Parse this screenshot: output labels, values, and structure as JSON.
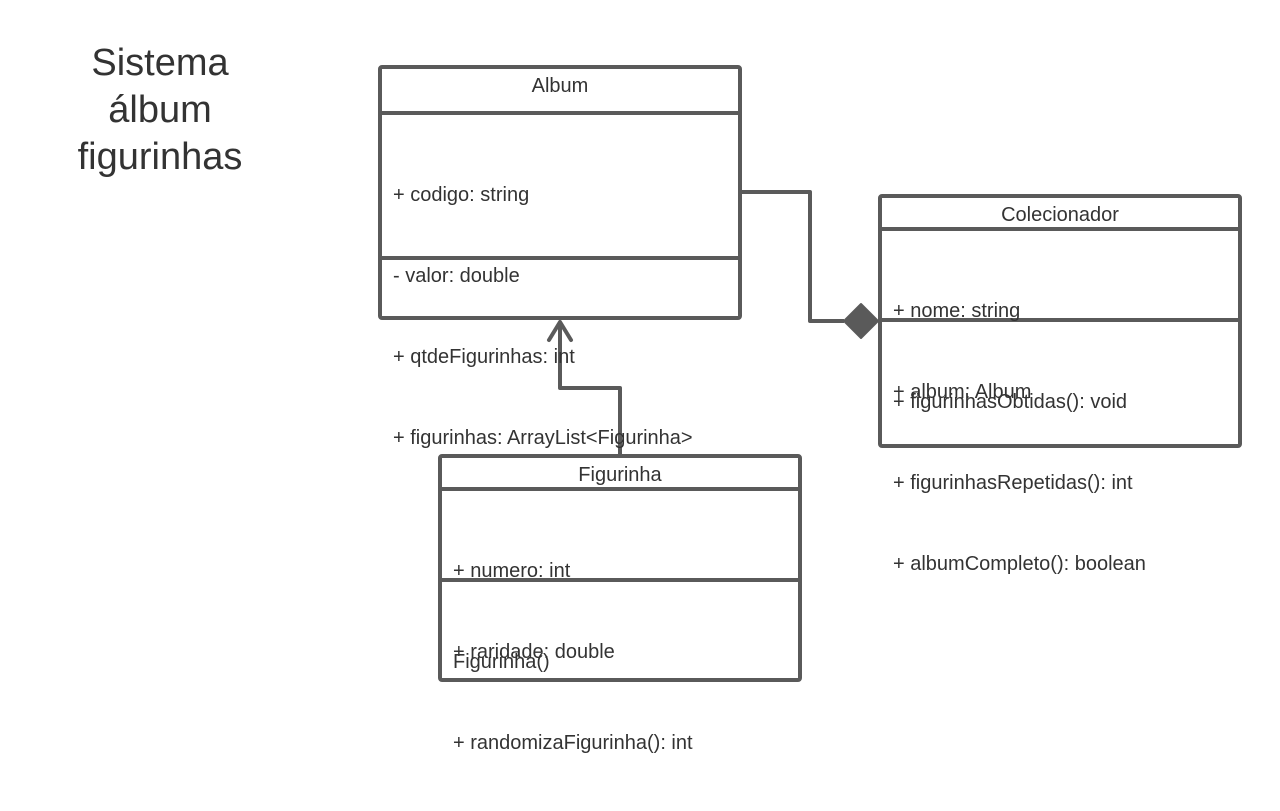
{
  "title": [
    "Sistema",
    "álbum",
    "figurinhas"
  ],
  "classes": {
    "album": {
      "name": "Album",
      "attributes": [
        "+ codigo: string",
        "- valor: double",
        "+ qtdeFigurinhas: int",
        "+ figurinhas: ArrayList<Figurinha>"
      ],
      "methods": []
    },
    "colecionador": {
      "name": "Colecionador",
      "attributes": [
        "+ nome: string",
        "+ album: Album"
      ],
      "methods": [
        "+ figurinhasObtidas(): void",
        "+ figurinhasRepetidas(): int",
        "+ albumCompleto(): boolean"
      ]
    },
    "figurinha": {
      "name": "Figurinha",
      "attributes": [
        "+ numero: int",
        "+ raridade: double"
      ],
      "methods": [
        "Figurinha()",
        "+ randomizaFigurinha(): int"
      ]
    }
  },
  "relations": [
    {
      "type": "generalization",
      "from": "Figurinha",
      "to": "Album"
    },
    {
      "type": "composition",
      "from": "Album",
      "to": "Colecionador"
    }
  ],
  "colors": {
    "stroke": "#5a5a5a",
    "text": "#333333",
    "background": "#ffffff"
  }
}
